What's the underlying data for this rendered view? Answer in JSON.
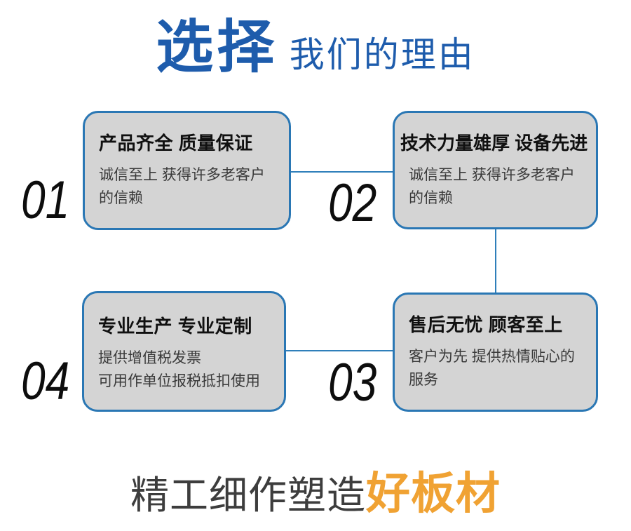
{
  "header": {
    "title_emphasis": "选择",
    "title_rest": "我们的理由"
  },
  "reasons": [
    {
      "number": "01",
      "title": "产品齐全 质量保证",
      "desc": "诚信至上 获得许多老客户\n的信赖"
    },
    {
      "number": "02",
      "title": "技术力量雄厚 设备先进",
      "desc": "诚信至上 获得许多老客户\n的信赖"
    },
    {
      "number": "03",
      "title": "售后无忧 顾客至上",
      "desc": "客户为先 提供热情贴心的\n服务"
    },
    {
      "number": "04",
      "title": "专业生产 专业定制",
      "desc": "提供增值税发票\n可用作单位报税抵扣使用"
    }
  ],
  "footer": {
    "prefix": "精工细作塑造",
    "highlight": "好板材"
  },
  "colors": {
    "accent_blue": "#1e5cac",
    "card_border_blue": "#2a77b4",
    "card_fill_gray": "#d4d4d4",
    "connector_blue": "#2f7fba",
    "highlight_orange": "#f0a233",
    "footer_gray": "#3d3d3d"
  }
}
